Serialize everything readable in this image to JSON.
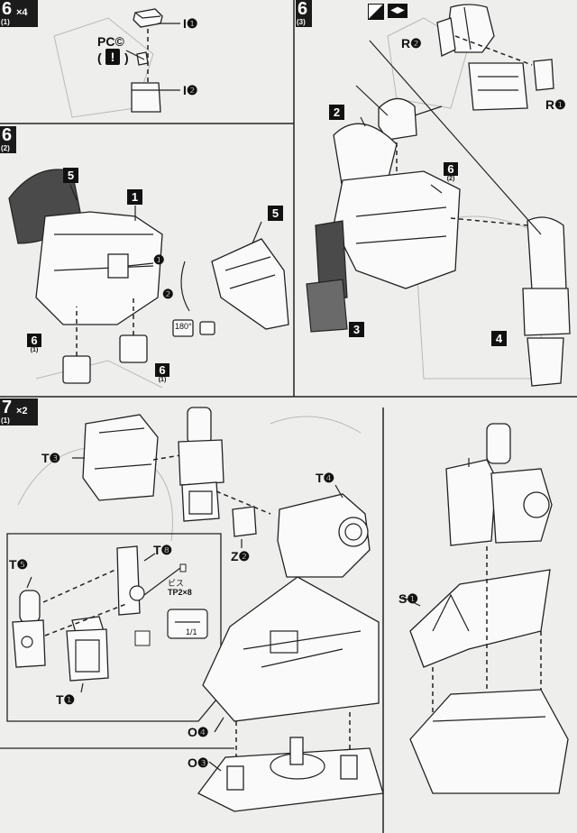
{
  "steps": {
    "s6_1": {
      "number": "6",
      "sub": "(1)",
      "multiplier": "×4"
    },
    "s6_2": {
      "number": "6",
      "sub": "(2)"
    },
    "s6_3": {
      "number": "6",
      "sub": "(3)"
    },
    "s7_1": {
      "number": "7",
      "sub": "(1)",
      "multiplier": "×2"
    }
  },
  "labels": {
    "i1": "I❶",
    "i2": "I❷",
    "pcc": "PC©",
    "pc_paren_open": "(",
    "pc_paren_close": ")",
    "r1": "R❶",
    "r2": "R❷",
    "t3": "T❸",
    "t4": "T❹",
    "t5": "T❺",
    "t8": "T❽",
    "t1": "T❶",
    "z2": "Z❷",
    "s1": "S❶",
    "o4": "O❹",
    "o3": "O❸",
    "arrow1": "❶",
    "arrow2": "❷",
    "deg180": "180°"
  },
  "numboxes": {
    "b5a": "5",
    "b1": "1",
    "b5b": "5",
    "b2": "2",
    "b3": "3",
    "b4": "4"
  },
  "refs": {
    "r6_1a": {
      "num": "6",
      "sub": "(1)"
    },
    "r6_1b": {
      "num": "6",
      "sub": "(1)"
    },
    "r6_2": {
      "num": "6",
      "sub": "(2)"
    }
  },
  "screw": {
    "name": "ビス",
    "spec": "TP2×8",
    "qty": "1/1"
  }
}
